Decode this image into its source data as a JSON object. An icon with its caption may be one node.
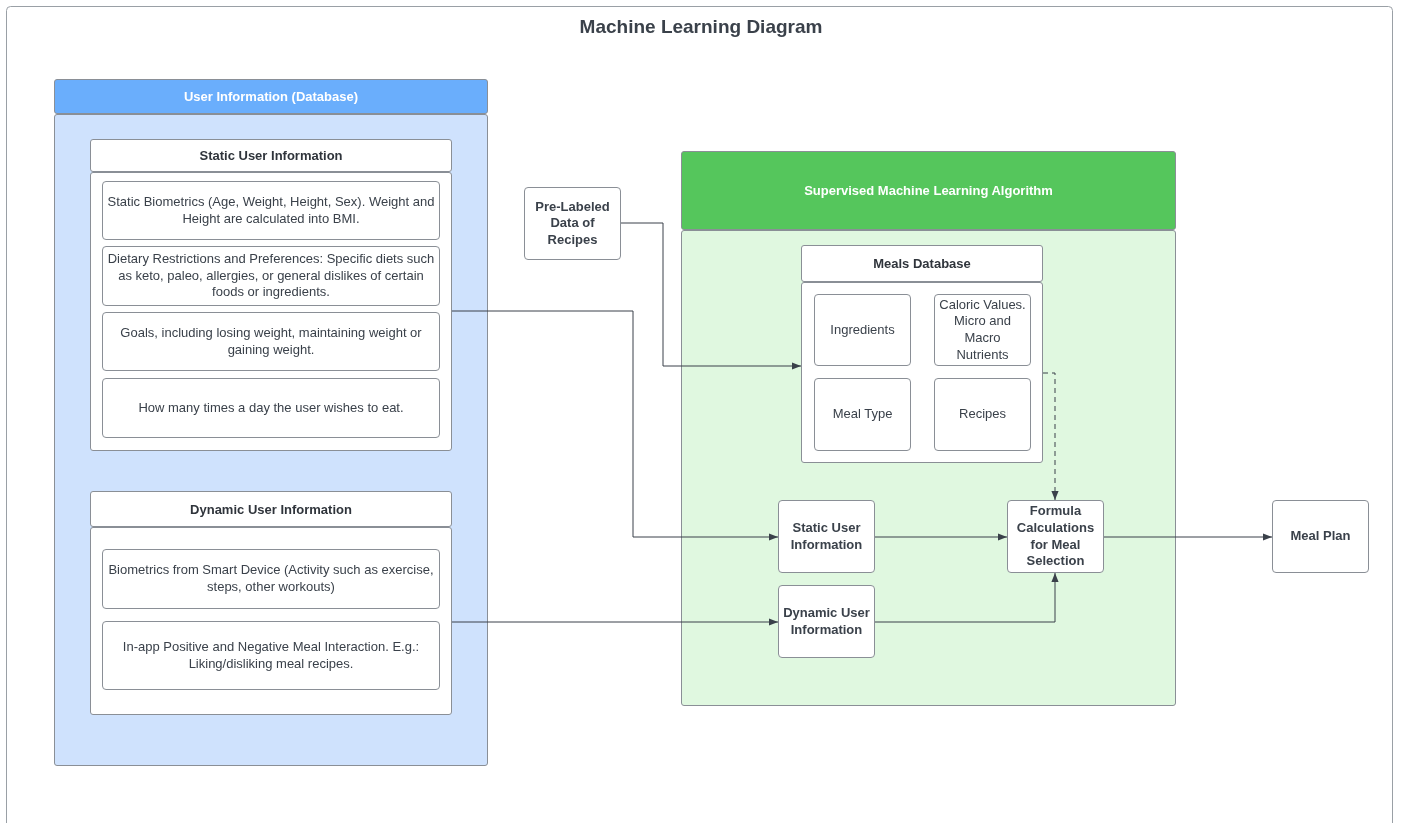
{
  "diagram": {
    "title": "Machine Learning Diagram",
    "nodes": [
      {
        "text": [
          "User Information (Database)"
        ]
      },
      {
        "text": [
          "Static User Information"
        ],
        "in": 0
      },
      {
        "text": [
          "Static Biometrics (Age, Weight, Height, Sex). Weight and Height are calculated into BMI."
        ],
        "in": 1
      },
      {
        "text": [
          "Dietary Restrictions and Preferences: Specific diets such as keto, paleo, allergies, or general dislikes of certain foods or ingredients."
        ],
        "in": 1
      },
      {
        "text": [
          "Goals, including losing weight, maintaining weight or gaining weight."
        ],
        "in": 1
      },
      {
        "text": [
          "How many times a day the user wishes to eat."
        ],
        "in": 1
      },
      {
        "text": [
          "Dynamic User Information"
        ],
        "in": 0
      },
      {
        "text": [
          "Biometrics from Smart Device (Activity such as exercise, steps, other workouts)"
        ],
        "in": 6
      },
      {
        "text": [
          "In-app Positive and Negative Meal Interaction. E.g.: Liking/disliking meal recipes."
        ],
        "in": 6
      },
      {
        "text": [
          "Pre-Labeled Data of Recipes"
        ]
      },
      {
        "text": [
          "Supervised Machine Learning Algorithm"
        ]
      },
      {
        "text": [
          "Meals Database"
        ],
        "in": 10
      },
      {
        "text": [
          "Ingredients"
        ],
        "in": 11
      },
      {
        "text": [
          "Caloric Values. Micro and Macro Nutrients"
        ],
        "in": 11
      },
      {
        "text": [
          "Meal Type"
        ],
        "in": 11
      },
      {
        "text": [
          "Recipes"
        ],
        "in": 11
      },
      {
        "text": [
          "Static User Information"
        ],
        "in": 10
      },
      {
        "text": [
          "Dynamic User Information"
        ],
        "in": 10
      },
      {
        "text": [
          "Formula Calculations for Meal Selection"
        ],
        "in": 10
      },
      {
        "text": [
          "Meal Plan"
        ]
      }
    ],
    "edges": [
      {
        "from": 1,
        "to": 16,
        "arrow": "to"
      },
      {
        "from": 6,
        "to": 17,
        "arrow": "to"
      },
      {
        "from": 9,
        "to": 11,
        "arrow": "to"
      },
      {
        "from": 11,
        "to": 18,
        "arrow": "to",
        "style": "dashed"
      },
      {
        "from": 16,
        "to": 18,
        "arrow": "to"
      },
      {
        "from": 17,
        "to": 18,
        "arrow": "to"
      },
      {
        "from": 18,
        "to": 19,
        "arrow": "to"
      }
    ]
  }
}
